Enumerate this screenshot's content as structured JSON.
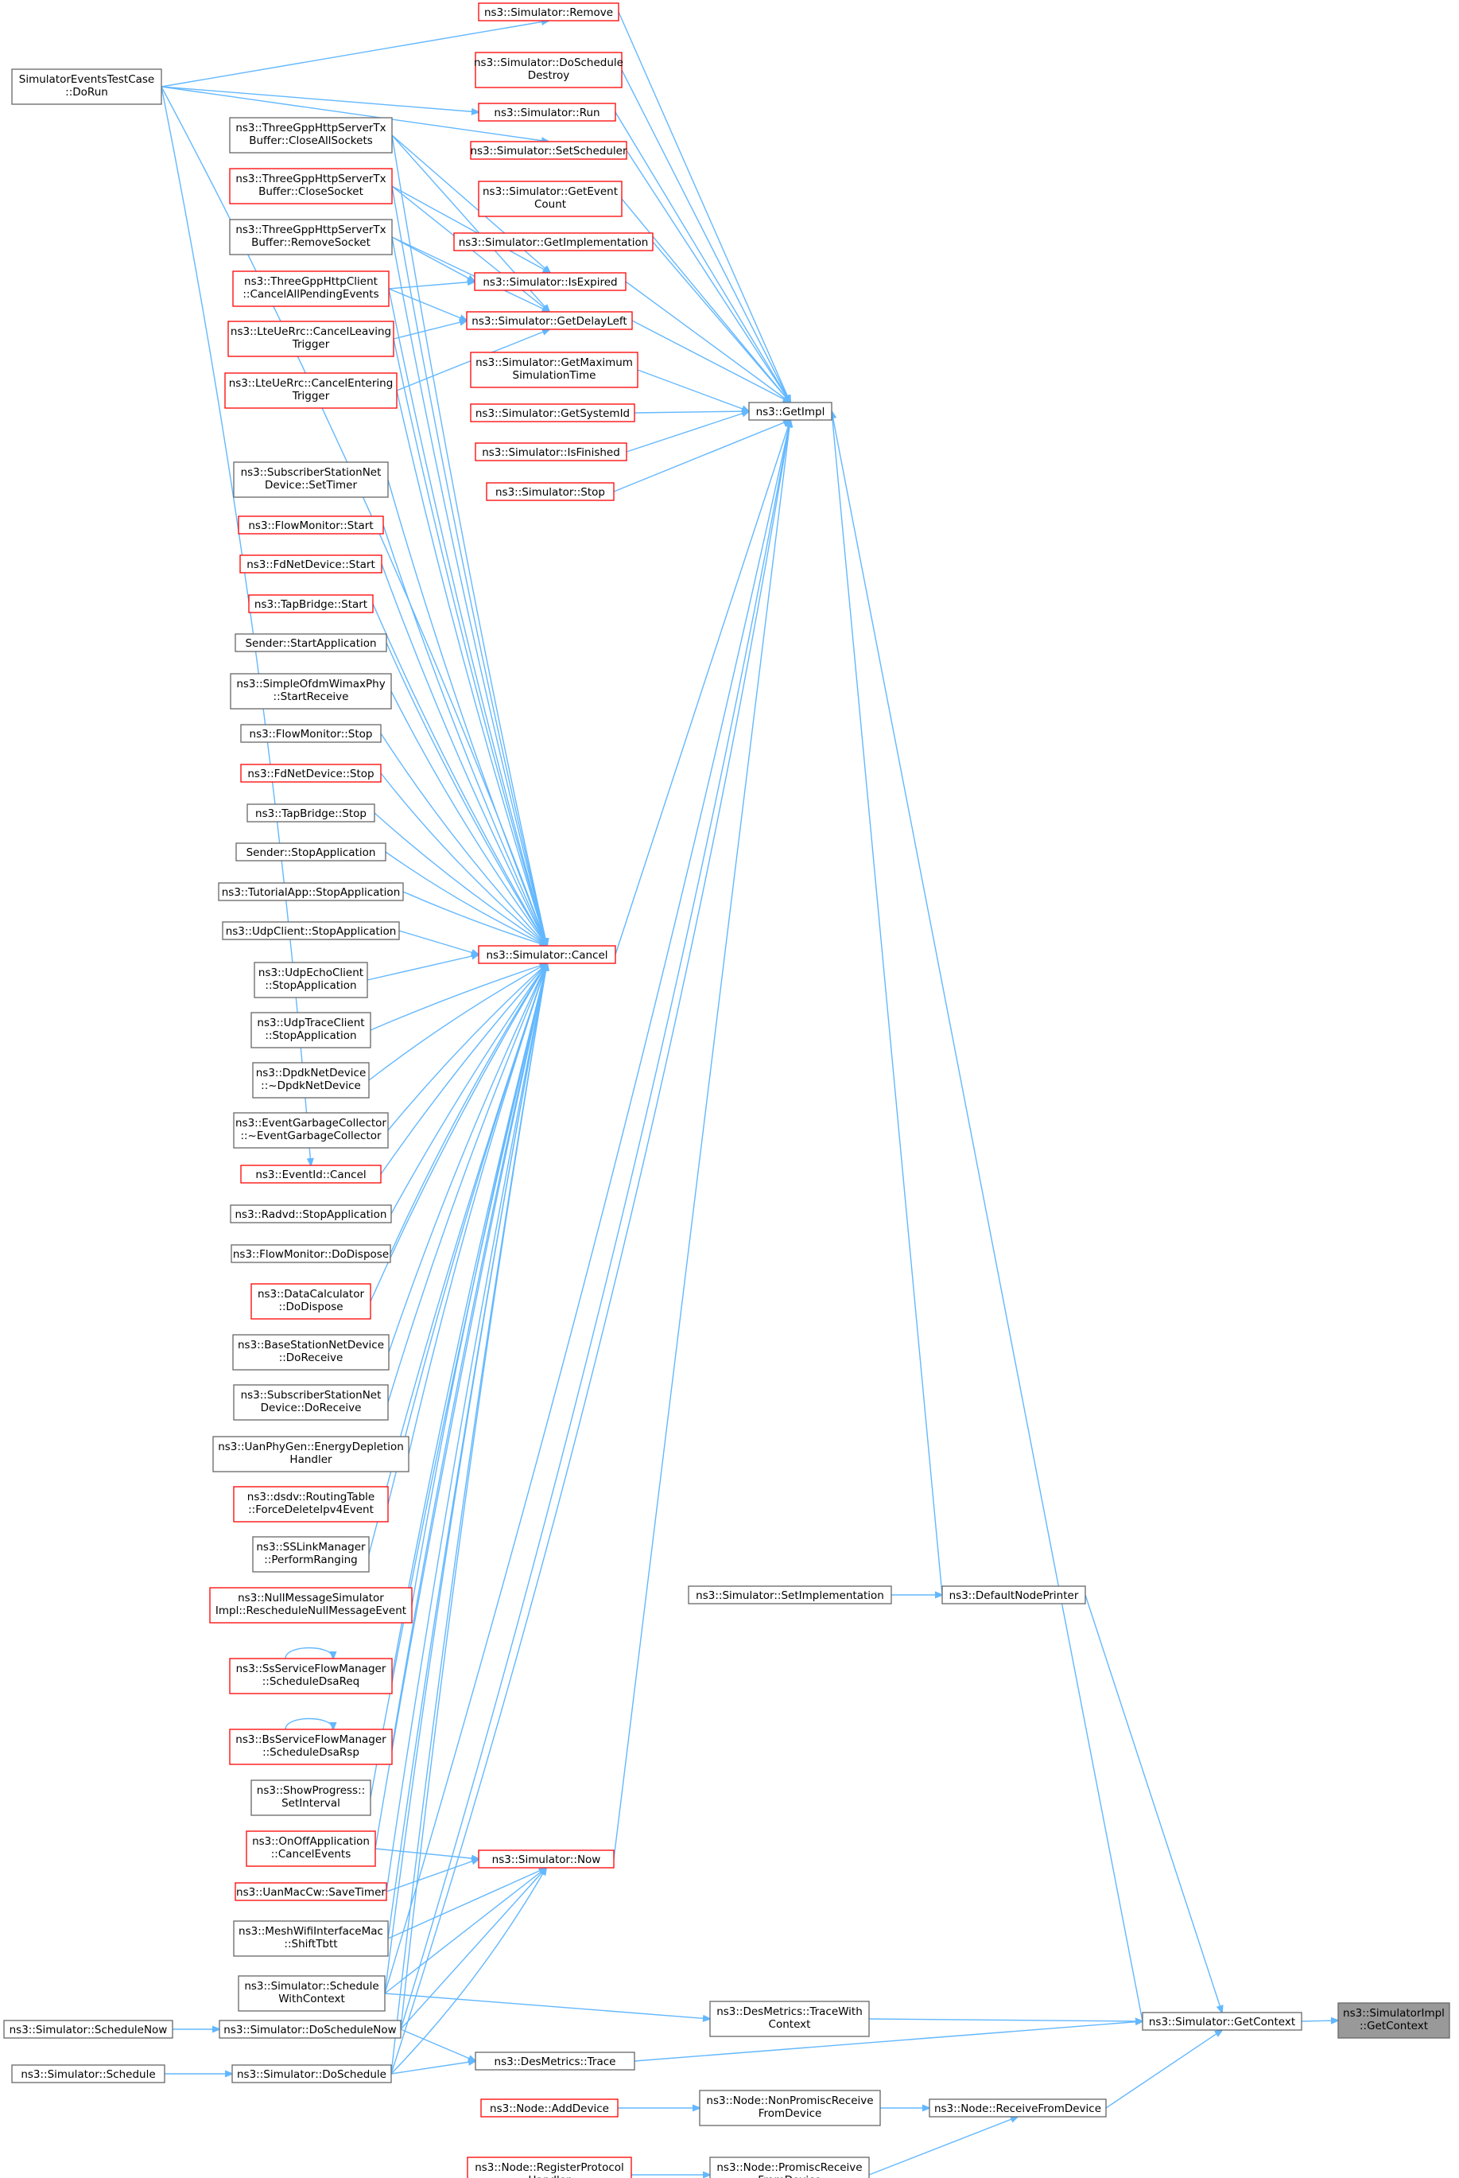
{
  "colors": {
    "edge": "#63b8ff",
    "node_border": "#666666",
    "node_border_truncated": "#ff0000",
    "focus_fill": "#999999",
    "background": "#ffffff"
  },
  "nodes": [
    {
      "id": "focus",
      "lines": [
        "ns3::SimulatorImpl",
        "::GetContext"
      ],
      "style": "focus"
    },
    {
      "id": "getContext",
      "lines": [
        "ns3::Simulator::GetContext"
      ],
      "style": "plain"
    },
    {
      "id": "getImpl",
      "lines": [
        "ns3::GetImpl"
      ],
      "style": "plain"
    },
    {
      "id": "defaultNodePrinter",
      "lines": [
        "ns3::DefaultNodePrinter"
      ],
      "style": "plain"
    },
    {
      "id": "setImplementation",
      "lines": [
        "ns3::Simulator::SetImplementation"
      ],
      "style": "plain"
    },
    {
      "id": "traceWithContext",
      "lines": [
        "ns3::DesMetrics::TraceWith",
        "Context"
      ],
      "style": "plain"
    },
    {
      "id": "trace",
      "lines": [
        "ns3::DesMetrics::Trace"
      ],
      "style": "plain"
    },
    {
      "id": "receiveFromDevice",
      "lines": [
        "ns3::Node::ReceiveFromDevice"
      ],
      "style": "plain"
    },
    {
      "id": "nonPromisc",
      "lines": [
        "ns3::Node::NonPromiscReceive",
        "FromDevice"
      ],
      "style": "plain"
    },
    {
      "id": "promisc",
      "lines": [
        "ns3::Node::PromiscReceive",
        "FromDevice"
      ],
      "style": "plain"
    },
    {
      "id": "addDevice",
      "lines": [
        "ns3::Node::AddDevice"
      ],
      "style": "red"
    },
    {
      "id": "registerProtocol",
      "lines": [
        "ns3::Node::RegisterProtocol",
        "Handler"
      ],
      "style": "red"
    },
    {
      "id": "doScheduleNow",
      "lines": [
        "ns3::Simulator::DoScheduleNow"
      ],
      "style": "plain"
    },
    {
      "id": "doSchedule",
      "lines": [
        "ns3::Simulator::DoSchedule"
      ],
      "style": "plain"
    },
    {
      "id": "scheduleNow",
      "lines": [
        "ns3::Simulator::ScheduleNow"
      ],
      "style": "plain"
    },
    {
      "id": "schedule",
      "lines": [
        "ns3::Simulator::Schedule"
      ],
      "style": "plain"
    },
    {
      "id": "scheduleWithContext",
      "lines": [
        "ns3::Simulator::Schedule",
        "WithContext"
      ],
      "style": "plain"
    },
    {
      "id": "now",
      "lines": [
        "ns3::Simulator::Now"
      ],
      "style": "red"
    },
    {
      "id": "cancel",
      "lines": [
        "ns3::Simulator::Cancel"
      ],
      "style": "red"
    },
    {
      "id": "remove",
      "lines": [
        "ns3::Simulator::Remove"
      ],
      "style": "red"
    },
    {
      "id": "doScheduleDestroy",
      "lines": [
        "ns3::Simulator::DoSchedule",
        "Destroy"
      ],
      "style": "red"
    },
    {
      "id": "run",
      "lines": [
        "ns3::Simulator::Run"
      ],
      "style": "red"
    },
    {
      "id": "setScheduler",
      "lines": [
        "ns3::Simulator::SetScheduler"
      ],
      "style": "red"
    },
    {
      "id": "getEventCount",
      "lines": [
        "ns3::Simulator::GetEvent",
        "Count"
      ],
      "style": "red"
    },
    {
      "id": "getImplementation",
      "lines": [
        "ns3::Simulator::GetImplementation"
      ],
      "style": "red"
    },
    {
      "id": "isExpired",
      "lines": [
        "ns3::Simulator::IsExpired"
      ],
      "style": "red"
    },
    {
      "id": "getDelayLeft",
      "lines": [
        "ns3::Simulator::GetDelayLeft"
      ],
      "style": "red"
    },
    {
      "id": "getMaxSimTime",
      "lines": [
        "ns3::Simulator::GetMaximum",
        "SimulationTime"
      ],
      "style": "red"
    },
    {
      "id": "getSystemId",
      "lines": [
        "ns3::Simulator::GetSystemId"
      ],
      "style": "red"
    },
    {
      "id": "isFinished",
      "lines": [
        "ns3::Simulator::IsFinished"
      ],
      "style": "red"
    },
    {
      "id": "stop",
      "lines": [
        "ns3::Simulator::Stop"
      ],
      "style": "red"
    },
    {
      "id": "doRun",
      "lines": [
        "SimulatorEventsTestCase",
        "::DoRun"
      ],
      "style": "plain"
    },
    {
      "id": "closeAllSockets",
      "lines": [
        "ns3::ThreeGppHttpServerTx",
        "Buffer::CloseAllSockets"
      ],
      "style": "plain"
    },
    {
      "id": "closeSocket",
      "lines": [
        "ns3::ThreeGppHttpServerTx",
        "Buffer::CloseSocket"
      ],
      "style": "red"
    },
    {
      "id": "removeSocket",
      "lines": [
        "ns3::ThreeGppHttpServerTx",
        "Buffer::RemoveSocket"
      ],
      "style": "plain"
    },
    {
      "id": "cancelAllPending",
      "lines": [
        "ns3::ThreeGppHttpClient",
        "::CancelAllPendingEvents"
      ],
      "style": "red"
    },
    {
      "id": "cancelLeaving",
      "lines": [
        "ns3::LteUeRrc::CancelLeaving",
        "Trigger"
      ],
      "style": "red"
    },
    {
      "id": "cancelEntering",
      "lines": [
        "ns3::LteUeRrc::CancelEntering",
        "Trigger"
      ],
      "style": "red"
    },
    {
      "id": "ssSetTimer",
      "lines": [
        "ns3::SubscriberStationNet",
        "Device::SetTimer"
      ],
      "style": "plain"
    },
    {
      "id": "fmStart",
      "lines": [
        "ns3::FlowMonitor::Start"
      ],
      "style": "red"
    },
    {
      "id": "fdStart",
      "lines": [
        "ns3::FdNetDevice::Start"
      ],
      "style": "red"
    },
    {
      "id": "tapStart",
      "lines": [
        "ns3::TapBridge::Start"
      ],
      "style": "red"
    },
    {
      "id": "senderStart",
      "lines": [
        "Sender::StartApplication"
      ],
      "style": "plain"
    },
    {
      "id": "ofdmStartReceive",
      "lines": [
        "ns3::SimpleOfdmWimaxPhy",
        "::StartReceive"
      ],
      "style": "plain"
    },
    {
      "id": "fmStop",
      "lines": [
        "ns3::FlowMonitor::Stop"
      ],
      "style": "plain"
    },
    {
      "id": "fdStop",
      "lines": [
        "ns3::FdNetDevice::Stop"
      ],
      "style": "red"
    },
    {
      "id": "tapStop",
      "lines": [
        "ns3::TapBridge::Stop"
      ],
      "style": "plain"
    },
    {
      "id": "senderStop",
      "lines": [
        "Sender::StopApplication"
      ],
      "style": "plain"
    },
    {
      "id": "tutorialStop",
      "lines": [
        "ns3::TutorialApp::StopApplication"
      ],
      "style": "plain"
    },
    {
      "id": "udpClientStop",
      "lines": [
        "ns3::UdpClient::StopApplication"
      ],
      "style": "plain"
    },
    {
      "id": "udpEchoStop",
      "lines": [
        "ns3::UdpEchoClient",
        "::StopApplication"
      ],
      "style": "plain"
    },
    {
      "id": "udpTraceStop",
      "lines": [
        "ns3::UdpTraceClient",
        "::StopApplication"
      ],
      "style": "plain"
    },
    {
      "id": "dpdkDtor",
      "lines": [
        "ns3::DpdkNetDevice",
        "::~DpdkNetDevice"
      ],
      "style": "plain"
    },
    {
      "id": "egcDtor",
      "lines": [
        "ns3::EventGarbageCollector",
        "::~EventGarbageCollector"
      ],
      "style": "plain"
    },
    {
      "id": "eventIdCancel",
      "lines": [
        "ns3::EventId::Cancel"
      ],
      "style": "red"
    },
    {
      "id": "radvdStop",
      "lines": [
        "ns3::Radvd::StopApplication"
      ],
      "style": "plain"
    },
    {
      "id": "fmDispose",
      "lines": [
        "ns3::FlowMonitor::DoDispose"
      ],
      "style": "plain"
    },
    {
      "id": "dcDispose",
      "lines": [
        "ns3::DataCalculator",
        "::DoDispose"
      ],
      "style": "red"
    },
    {
      "id": "bsReceive",
      "lines": [
        "ns3::BaseStationNetDevice",
        "::DoReceive"
      ],
      "style": "plain"
    },
    {
      "id": "ssReceive",
      "lines": [
        "ns3::SubscriberStationNet",
        "Device::DoReceive"
      ],
      "style": "plain"
    },
    {
      "id": "uanEnergy",
      "lines": [
        "ns3::UanPhyGen::EnergyDepletion",
        "Handler"
      ],
      "style": "plain"
    },
    {
      "id": "dsdvForce",
      "lines": [
        "ns3::dsdv::RoutingTable",
        "::ForceDeleteIpv4Event"
      ],
      "style": "red"
    },
    {
      "id": "ssLinkRanging",
      "lines": [
        "ns3::SSLinkManager",
        "::PerformRanging"
      ],
      "style": "plain"
    },
    {
      "id": "nullMsg",
      "lines": [
        "ns3::NullMessageSimulator",
        "Impl::RescheduleNullMessageEvent"
      ],
      "style": "red"
    },
    {
      "id": "ssDsaReq",
      "lines": [
        "ns3::SsServiceFlowManager",
        "::ScheduleDsaReq"
      ],
      "style": "red"
    },
    {
      "id": "bsDsaRsp",
      "lines": [
        "ns3::BsServiceFlowManager",
        "::ScheduleDsaRsp"
      ],
      "style": "red"
    },
    {
      "id": "showProgress",
      "lines": [
        "ns3::ShowProgress::",
        "SetInterval"
      ],
      "style": "plain"
    },
    {
      "id": "onOffCancel",
      "lines": [
        "ns3::OnOffApplication",
        "::CancelEvents"
      ],
      "style": "red"
    },
    {
      "id": "uanSaveTimer",
      "lines": [
        "ns3::UanMacCw::SaveTimer"
      ],
      "style": "red"
    },
    {
      "id": "meshShift",
      "lines": [
        "ns3::MeshWifiInterfaceMac",
        "::ShiftTbtt"
      ],
      "style": "plain"
    }
  ]
}
